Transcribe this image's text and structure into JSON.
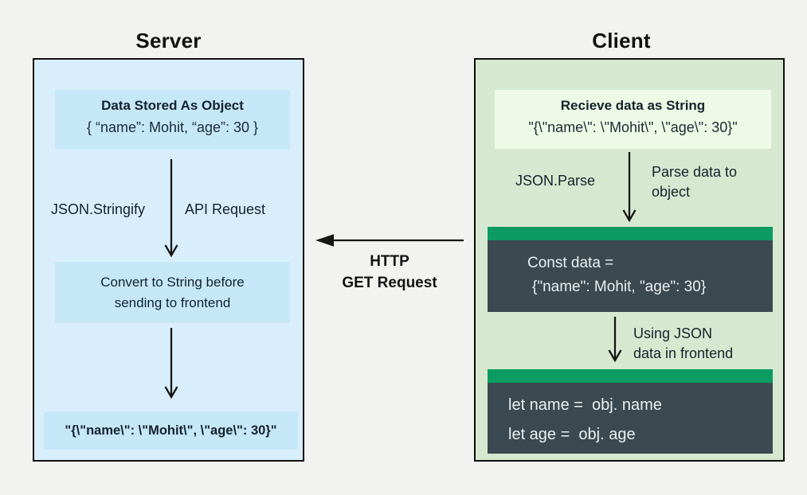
{
  "colors": {
    "page_bg": "#f2f2f0",
    "server_panel_fill": "#d9eefc",
    "server_inner_fill": "#c6e7f8",
    "client_panel_fill": "#d6e9d0",
    "client_inner_fill": "#eefae5",
    "code_bar_green": "#0c9c63",
    "code_box_dark": "#3b4950",
    "code_text": "#eaf0ef",
    "border_and_arrows": "#0f0f0f"
  },
  "server": {
    "title": "Server",
    "object_box": {
      "title": "Data Stored As Object",
      "value": "{ “name”: Mohit, “age”: 30 }"
    },
    "stringify_label": "JSON.Stringify",
    "api_request_label": "API Request",
    "convert_box": {
      "line1": "Convert to String before",
      "line2": "sending to frontend"
    },
    "string_value": "\"{\\\"name\\\": \\\"Mohit\\\", \\\"age\\\": 30}\""
  },
  "transfer": {
    "line1": "HTTP",
    "line2": "GET Request"
  },
  "client": {
    "title": "Client",
    "receive_box": {
      "title": "Recieve data as String",
      "value": "\"{\\\"name\\\": \\\"Mohit\\\", \\\"age\\\": 30}\""
    },
    "parse_label": "JSON.Parse",
    "parse_note": {
      "line1": "Parse data to",
      "line2": "object"
    },
    "code_box1": {
      "line1": "Const data =",
      "line2": "{\"name\": Mohit, \"age\": 30}"
    },
    "using_note": {
      "line1": "Using JSON",
      "line2": "data in frontend"
    },
    "code_box2": {
      "line1": "let name =  obj. name",
      "line2": "let age =  obj. age"
    }
  }
}
